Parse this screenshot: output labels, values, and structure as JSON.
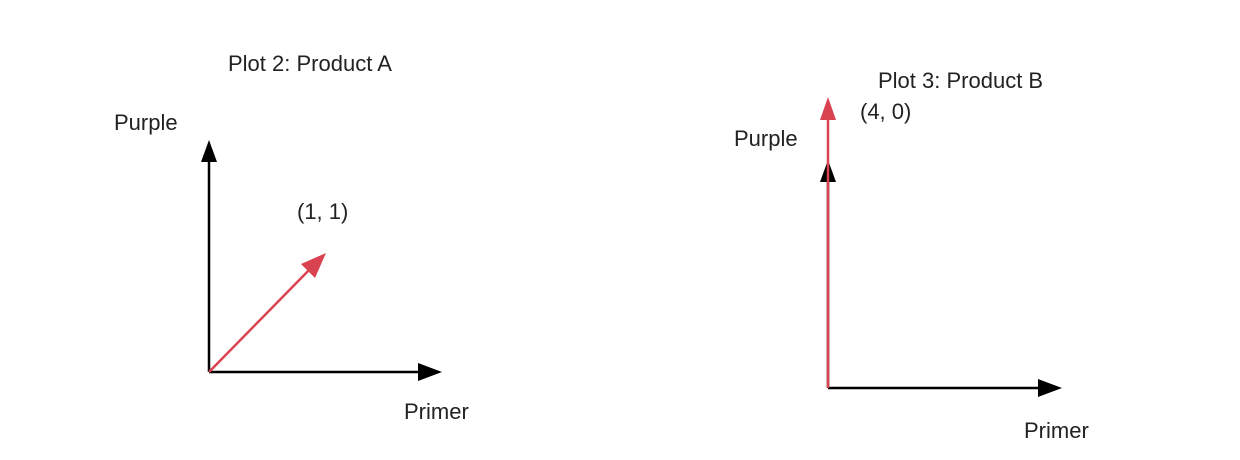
{
  "colors": {
    "axis": "#000000",
    "vector": "#d9434f",
    "text": "#222222",
    "background": "#ffffff"
  },
  "plots": [
    {
      "title": "Plot 2: Product A",
      "x_axis_label": "Primer",
      "y_axis_label": "Purple",
      "point_label": "(1, 1)"
    },
    {
      "title": "Plot 3: Product B",
      "x_axis_label": "Primer",
      "y_axis_label": "Purple",
      "point_label": "(4, 0)"
    }
  ]
}
